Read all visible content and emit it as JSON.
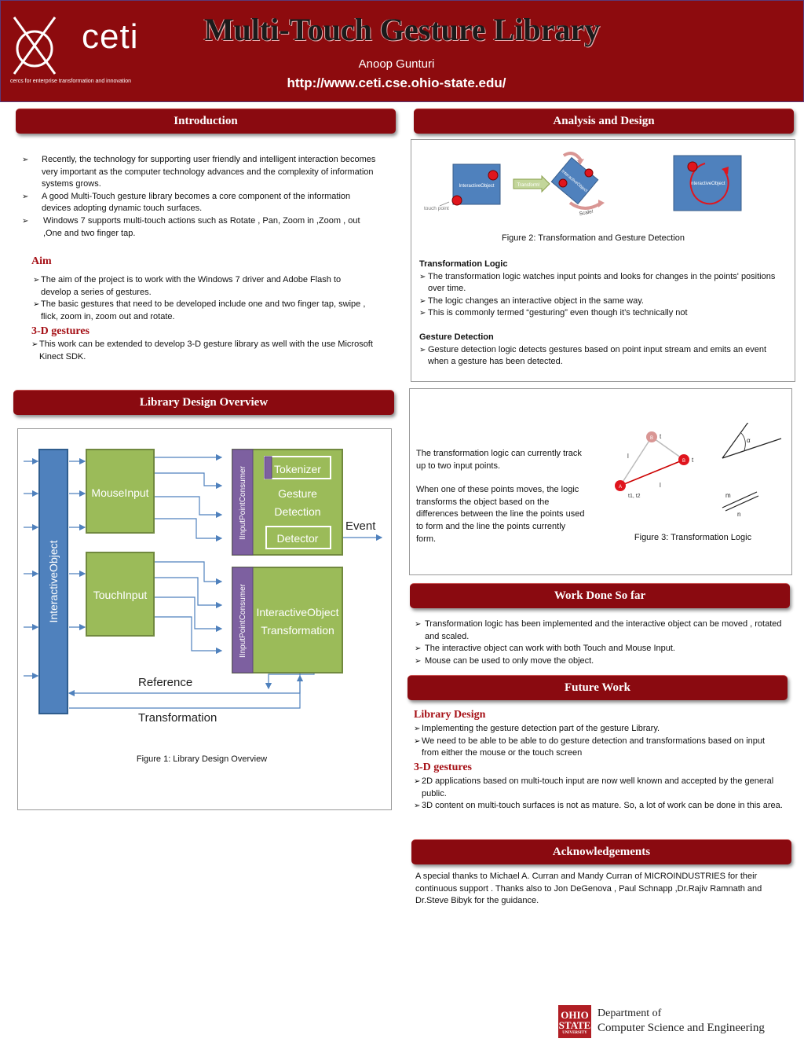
{
  "header": {
    "title": "Multi-Touch Gesture Library",
    "author": "Anoop Gunturi",
    "url": "http://www.ceti.cse.ohio-state.edu/",
    "logo_word": "ceti",
    "logo_tagline": "cercs for enterprise transformation and innovation"
  },
  "introduction": {
    "heading": "Introduction",
    "bullets": [
      "Recently, the technology for supporting user friendly and intelligent interaction becomes very important as the computer technology advances and the complexity of information systems grows.",
      "A good Multi-Touch gesture library becomes a core component of the information devices adopting dynamic touch surfaces.",
      "Windows 7 supports multi-touch actions such as Rotate , Pan, Zoom in ,Zoom , out ,One and two finger tap."
    ],
    "aim_heading": "Aim",
    "aim_bullets": [
      "The aim of the project is to work with the Windows 7 driver and Adobe Flash to develop a series of gestures.",
      "The basic gestures that need to be developed include one and two finger tap, swipe , flick, zoom in, zoom out and rotate."
    ],
    "gestures3d_heading": "3-D gestures",
    "gestures3d_bullets": [
      "This work can be extended to develop 3-D gesture library as well with the use Microsoft Kinect SDK."
    ]
  },
  "analysis": {
    "heading": "Analysis and Design",
    "figure_labels": {
      "object": "InteractiveObject",
      "transform": "Transform!",
      "rotated": "InteractiveObject",
      "touch_point": "touch point",
      "scale": "Scale!",
      "right_object": "InteractiveObject"
    },
    "figure_caption": "Figure 2: Transformation and Gesture Detection",
    "transformation_heading": "Transformation Logic",
    "transformation_bullets": [
      "The transformation logic watches input points and looks for changes in the points' positions over time.",
      "The logic changes an interactive object in the same way.",
      "This is commonly termed “gesturing” even though it’s technically not"
    ],
    "gesture_heading": "Gesture Detection",
    "gesture_bullets": [
      "Gesture detection logic detects gestures based on point input stream and emits an event when a gesture has been detected."
    ]
  },
  "library": {
    "heading": "Library  Design  Overview",
    "diagram": {
      "interactive_object": "InteractiveObject",
      "mouse_input": "MouseInput",
      "touch_input": "TouchInput",
      "consumer1": "IInputPointConsumer",
      "consumer2": "IInputPointConsumer",
      "tokenizer": "Tokenizer",
      "gesture_detection_1": "Gesture",
      "gesture_detection_2": "Detection",
      "detector": "Detector",
      "event": "Event",
      "transformation_box_1": "InteractiveObject",
      "transformation_box_2": "Transformation",
      "reference": "Reference",
      "transformation": "Transformation"
    },
    "caption": "Figure 1: Library Design Overview"
  },
  "logic_panel": {
    "paragraph1": "The transformation logic can currently track up to two input points.",
    "paragraph2": "When one of these points moves, the logic transforms the object based on the differences between the line the points used to form and the line the points currently form.",
    "labels": {
      "t1": "t",
      "t2": "t",
      "l1": "l",
      "l2": "l",
      "a": "A",
      "b": "B",
      "alpha": "α",
      "m": "m",
      "n": "n",
      "t1t2": "t1, t2"
    },
    "caption": "Figure 3: Transformation Logic"
  },
  "work_done": {
    "heading": "Work Done So far",
    "bullets": [
      "Transformation logic has been implemented and the interactive object can be moved , rotated and scaled.",
      "The interactive object can work with both Touch and Mouse Input.",
      "Mouse can be used to only move the object."
    ]
  },
  "future_work": {
    "heading": "Future Work",
    "library_heading": "Library Design",
    "library_bullets": [
      "Implementing the gesture detection part of the gesture Library.",
      "We need to be able to be able to do gesture detection and transformations based on input from either the mouse or the touch screen"
    ],
    "gestures3d_heading": "3-D gestures",
    "gestures3d_bullets": [
      "2D applications based on multi-touch input are now well known and accepted by the general public.",
      "3D content on multi-touch surfaces is not as mature. So, a lot of work can be done in this area."
    ]
  },
  "acknowledgements": {
    "heading": "Acknowledgements",
    "text": "A special thanks to Michael A. Curran and Mandy Curran  of MICROINDUSTRIES for their continuous support . Thanks also to Jon DeGenova , Paul Schnapp ,Dr.Rajiv Ramnath and Dr.Steve Bibyk for the guidance."
  },
  "footer": {
    "ohio_state": "OHIO STATE",
    "university": "UNIVERSITY",
    "department_line1": "Department of",
    "department_line2": "Computer Science and Engineering"
  },
  "colors": {
    "banner": "#8a0a10",
    "header": "#8d0b0e",
    "green_box": "#9bbb59",
    "blue_bar": "#4f81bd",
    "purple_bar": "#7d60a0"
  }
}
